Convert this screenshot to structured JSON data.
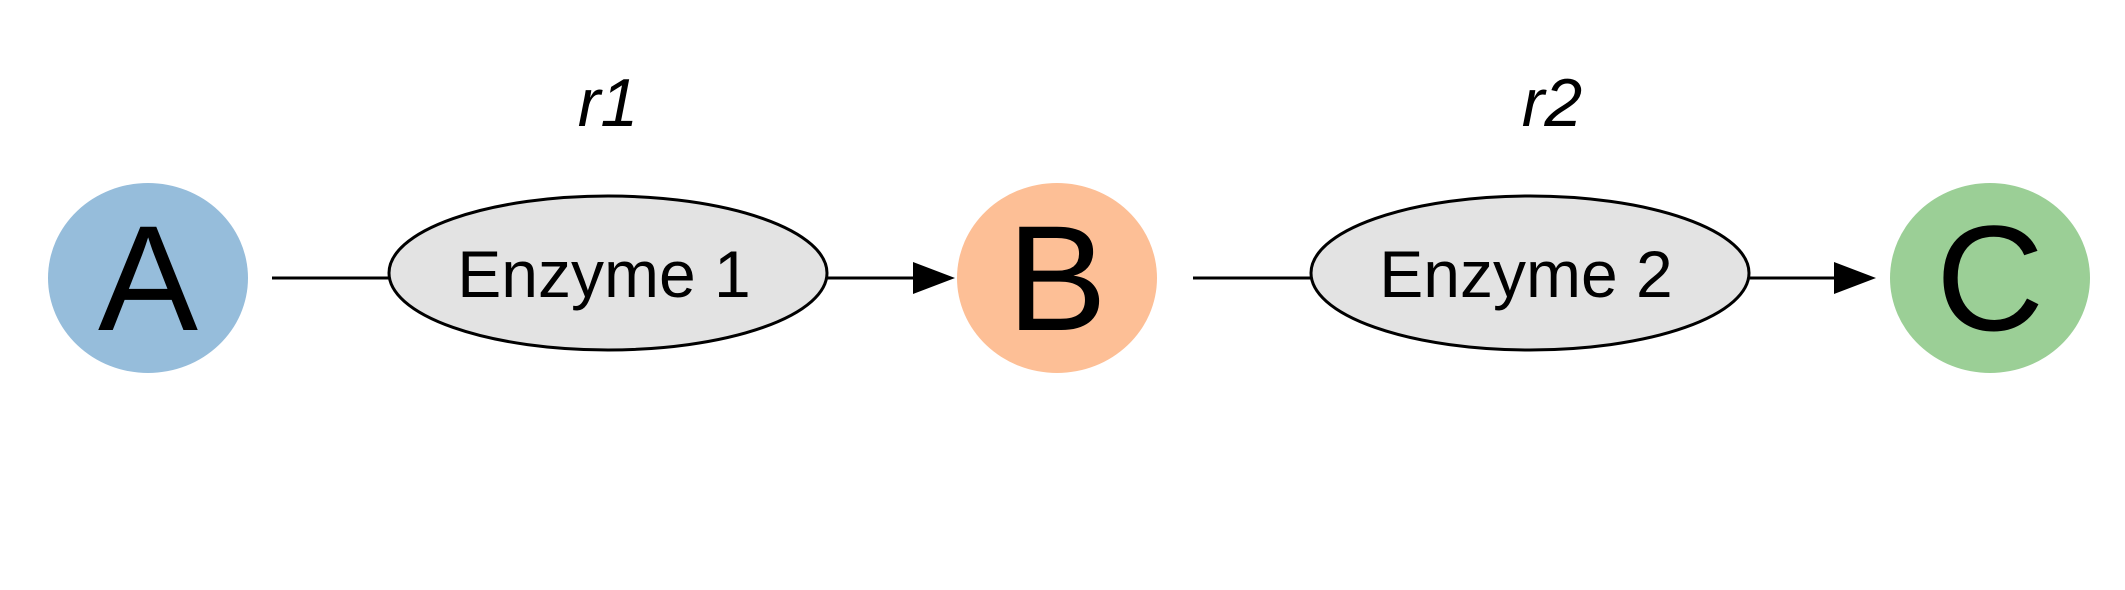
{
  "metabolites": [
    {
      "id": "A",
      "label": "A",
      "color": "#96BDDB"
    },
    {
      "id": "B",
      "label": "B",
      "color": "#FDBF96"
    },
    {
      "id": "C",
      "label": "C",
      "color": "#9BCF96"
    }
  ],
  "reactions": [
    {
      "id": "r1",
      "label": "r1",
      "enzyme": "Enzyme 1",
      "from": "A",
      "to": "B"
    },
    {
      "id": "r2",
      "label": "r2",
      "enzyme": "Enzyme 2",
      "from": "B",
      "to": "C"
    }
  ],
  "colors": {
    "enzyme_fill": "#E3E3E3",
    "stroke": "#000000"
  }
}
